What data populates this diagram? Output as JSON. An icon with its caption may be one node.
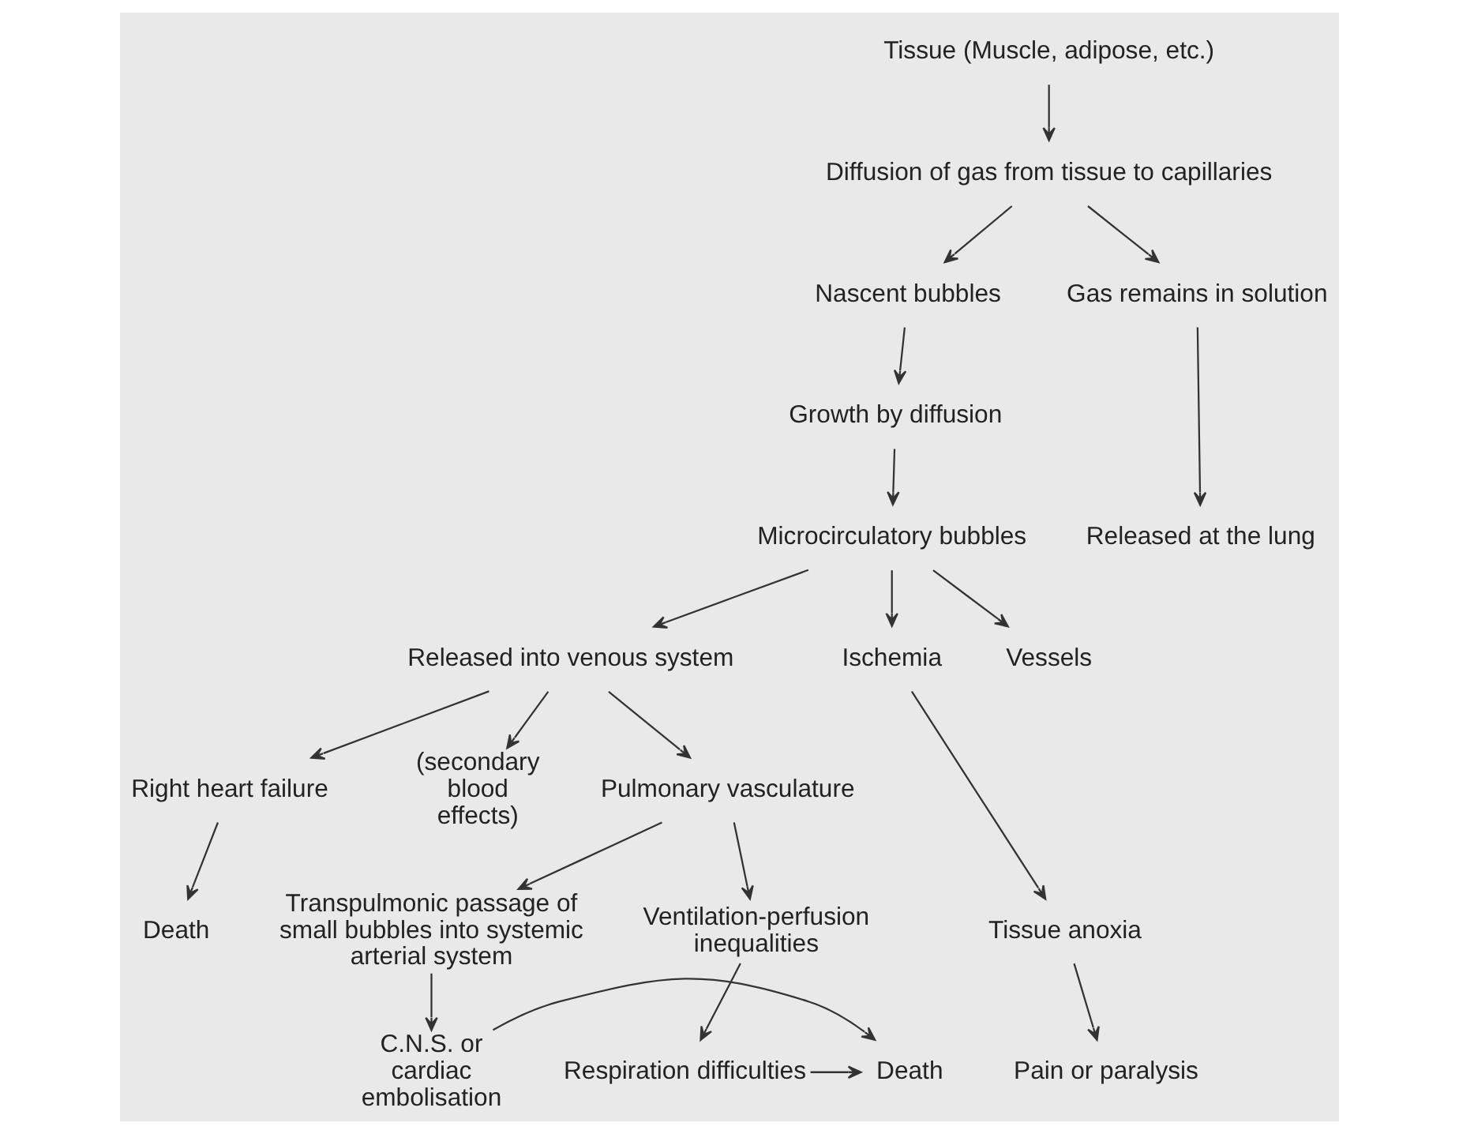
{
  "diagram": {
    "nodes": [
      {
        "text": [
          "Tissue (Muscle, adipose, etc.)"
        ]
      },
      {
        "text": [
          "Diffusion of gas from tissue to capillaries"
        ]
      },
      {
        "text": [
          "Nascent bubbles"
        ]
      },
      {
        "text": [
          "Gas remains in solution"
        ]
      },
      {
        "text": [
          "Growth by diffusion"
        ]
      },
      {
        "text": [
          "Released at the lung"
        ]
      },
      {
        "text": [
          "Microcirculatory bubbles"
        ]
      },
      {
        "text": [
          "Released into venous system"
        ]
      },
      {
        "text": [
          "Ischemia"
        ]
      },
      {
        "text": [
          "Vessels"
        ]
      },
      {
        "text": [
          "Right heart failure"
        ]
      },
      {
        "text": [
          "(secondary blood effects)"
        ]
      },
      {
        "text": [
          "Pulmonary vasculature"
        ]
      },
      {
        "text": [
          "Tissue anoxia"
        ]
      },
      {
        "text": [
          "Death"
        ]
      },
      {
        "text": [
          "Pain or paralysis"
        ]
      },
      {
        "text": [
          "Transpulmonic passage of small bubbles into systemic arterial system"
        ]
      },
      {
        "text": [
          "Ventilation-perfusion inequalities"
        ]
      },
      {
        "text": [
          "C.N.S. or cardiac embolisation"
        ]
      },
      {
        "text": [
          "Death"
        ]
      },
      {
        "text": [
          "Respiration difficulties"
        ]
      }
    ],
    "edges": [
      {
        "from": 0,
        "to": 1,
        "arrow": "to"
      },
      {
        "from": 1,
        "to": 2,
        "arrow": "to"
      },
      {
        "from": 1,
        "to": 3,
        "arrow": "to"
      },
      {
        "from": 2,
        "to": 4,
        "arrow": "to"
      },
      {
        "from": 3,
        "to": 5,
        "arrow": "to"
      },
      {
        "from": 4,
        "to": 6,
        "arrow": "to"
      },
      {
        "from": 6,
        "to": 7,
        "arrow": "to"
      },
      {
        "from": 6,
        "to": 8,
        "arrow": "to"
      },
      {
        "from": 6,
        "to": 9,
        "arrow": "to"
      },
      {
        "from": 7,
        "to": 12,
        "arrow": "to"
      },
      {
        "from": 7,
        "to": 10,
        "arrow": "to"
      },
      {
        "from": 7,
        "to": 11,
        "arrow": "to"
      },
      {
        "from": 8,
        "to": 13,
        "arrow": "to"
      },
      {
        "from": 10,
        "to": 14,
        "arrow": "to"
      },
      {
        "from": 13,
        "to": 15,
        "arrow": "to"
      },
      {
        "from": 12,
        "to": 16,
        "arrow": "to"
      },
      {
        "from": 12,
        "to": 17,
        "arrow": "to"
      },
      {
        "from": 16,
        "to": 18,
        "arrow": "to"
      },
      {
        "from": 17,
        "to": 20,
        "arrow": "to"
      },
      {
        "from": 18,
        "to": 19,
        "arrow": "to"
      },
      {
        "from": 20,
        "to": 19,
        "arrow": "to"
      }
    ]
  }
}
